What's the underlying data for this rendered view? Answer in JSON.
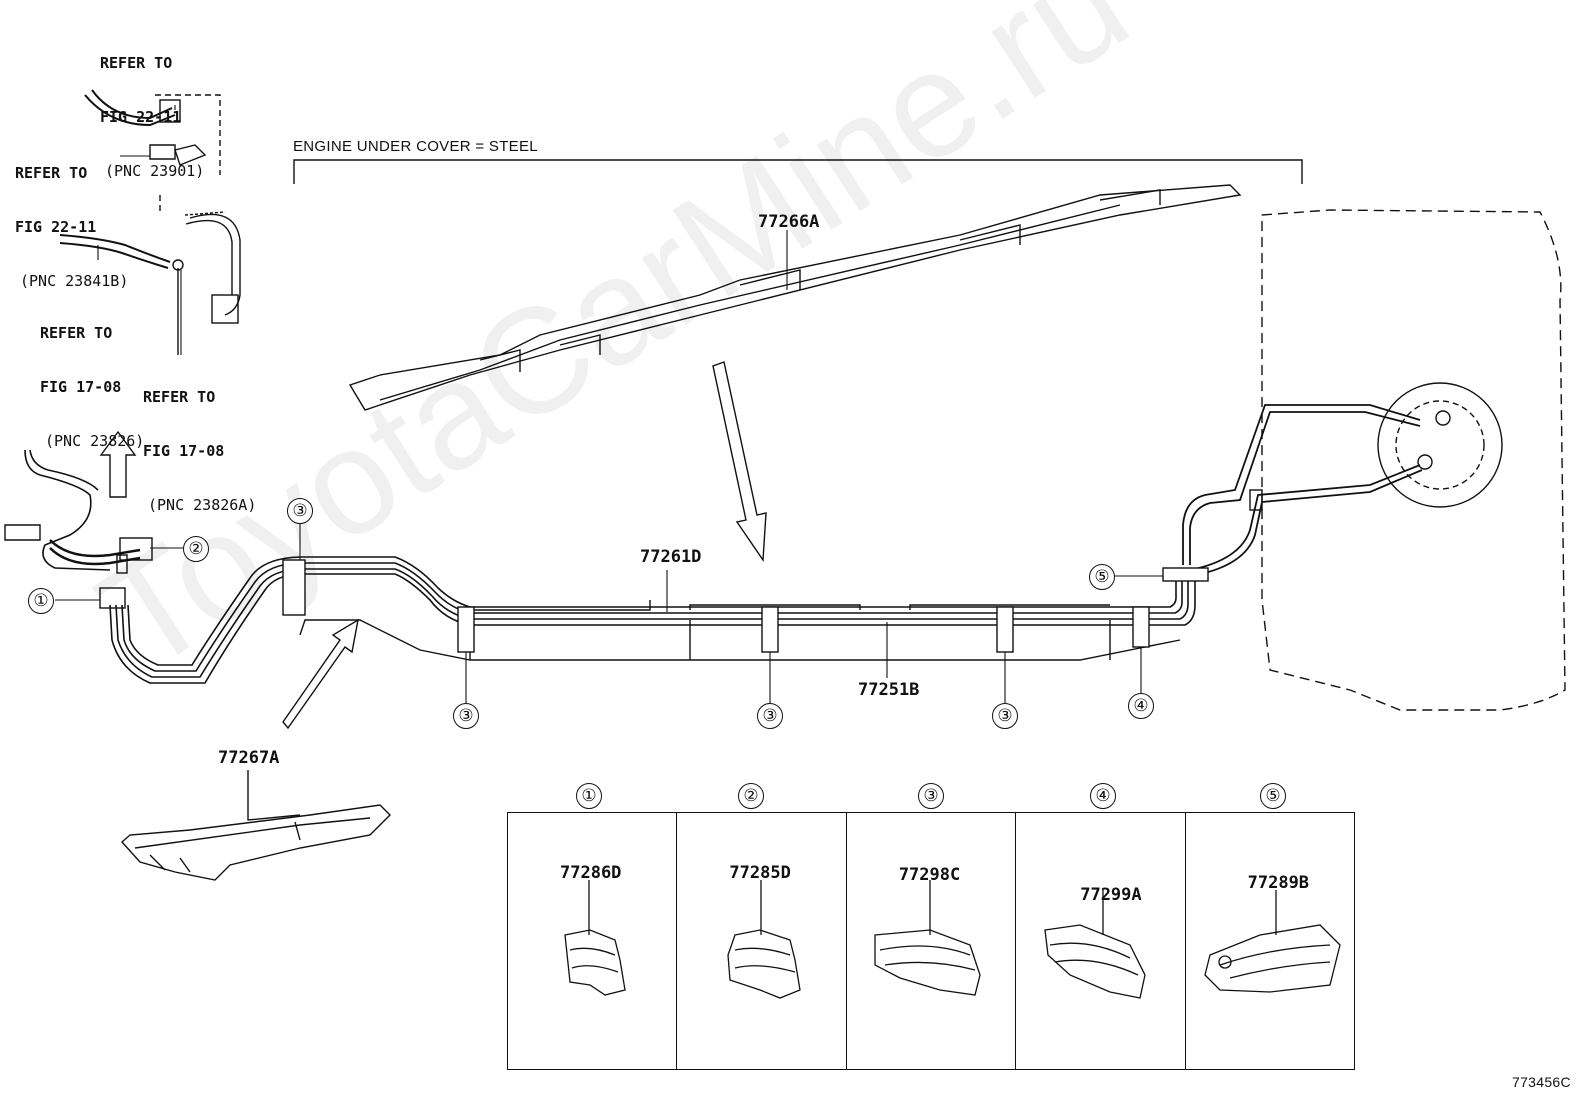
{
  "header_label": "ENGINE UNDER COVER = STEEL",
  "refs": [
    {
      "line1": "REFER TO",
      "line2": "FIG 22-11",
      "pnc": "(PNC 23901)"
    },
    {
      "line1": "REFER TO",
      "line2": "FIG 22-11",
      "pnc": "(PNC 23841B)"
    },
    {
      "line1": "REFER TO",
      "line2": "FIG 17-08",
      "pnc": "(PNC 23826)"
    },
    {
      "line1": "REFER TO",
      "line2": "FIG 17-08",
      "pnc": "(PNC 23826A)"
    }
  ],
  "parts": {
    "cover_main": "77266A",
    "tube_upper": "77261D",
    "tube_lower": "77251B",
    "cover_small": "77267A"
  },
  "callouts": [
    "①",
    "②",
    "③",
    "③",
    "③",
    "③",
    "④",
    "⑤"
  ],
  "clamp_table": [
    {
      "num": "①",
      "part": "77286D"
    },
    {
      "num": "②",
      "part": "77285D"
    },
    {
      "num": "③",
      "part": "77298C"
    },
    {
      "num": "④",
      "part": "77299A"
    },
    {
      "num": "⑤",
      "part": "77289B"
    }
  ],
  "figure_code": "773456C",
  "watermark": "ToyotaCarMine.ru"
}
